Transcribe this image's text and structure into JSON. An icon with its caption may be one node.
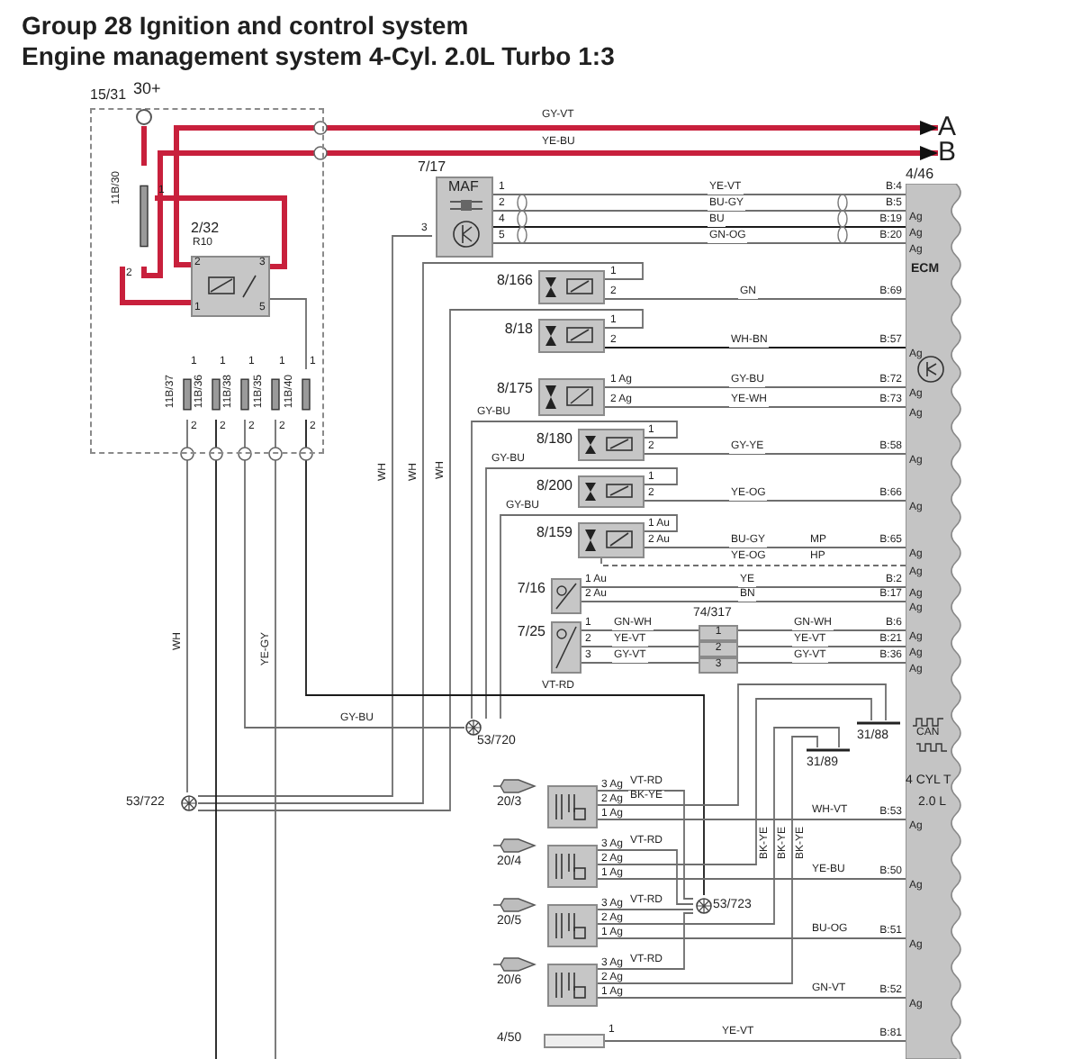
{
  "diagram": {
    "title": "Group 28 Ignition and control system",
    "nodes": [
      {
        "text": [
          "15/31"
        ]
      },
      {
        "text": [
          "30+"
        ],
        "in": 0
      },
      {
        "text": [
          "11B/30"
        ],
        "in": 0,
        "beside": [
          "1",
          "2"
        ]
      },
      {
        "text": [
          "2/32",
          "R10",
          "2",
          "3",
          "1",
          "5"
        ],
        "in": 0
      },
      {
        "text": [
          "11B/37"
        ],
        "in": 0,
        "beside": [
          "1",
          "2"
        ]
      },
      {
        "text": [
          "11B/36"
        ],
        "in": 0,
        "beside": [
          "1",
          "2"
        ]
      },
      {
        "text": [
          "11B/38"
        ],
        "in": 0,
        "beside": [
          "1",
          "2"
        ]
      },
      {
        "text": [
          "11B/35"
        ],
        "in": 0,
        "beside": [
          "1",
          "2"
        ]
      },
      {
        "text": [
          "11B/40"
        ],
        "in": 0,
        "beside": [
          "1",
          "2"
        ]
      },
      {
        "text": [
          "7/17",
          "MAF"
        ],
        "beside": [
          "1",
          "2",
          "4",
          "5",
          "3"
        ]
      },
      {
        "text": [
          "4/46",
          "Ag",
          "Ag",
          "Ag",
          "ECM",
          "Ag",
          "Ag",
          "Ag",
          "Ag",
          "Ag",
          "Ag",
          "Ag",
          "Ag",
          "Ag",
          "Ag",
          "Ag",
          "Ag",
          "CAN",
          "4 CYL T",
          "2.0 L",
          "Ag",
          "Ag",
          "Ag",
          "Ag"
        ],
        "beside": [
          "B:4",
          "B:5",
          "B:19",
          "B:20",
          "B:69",
          "B:57",
          "B:72",
          "B:73",
          "B:58",
          "B:66",
          "B:65",
          "B:2",
          "B:17",
          "B:6",
          "B:21",
          "B:36",
          "B:53",
          "B:50",
          "B:51",
          "B:52",
          "B:81"
        ]
      },
      {
        "text": [
          "8/166"
        ],
        "beside": [
          "1",
          "2"
        ]
      },
      {
        "text": [
          "8/18"
        ],
        "beside": [
          "1",
          "2"
        ]
      },
      {
        "text": [
          "8/175"
        ],
        "beside": [
          "1 Ag",
          "2 Ag"
        ]
      },
      {
        "text": [
          "8/180"
        ],
        "beside": [
          "1",
          "2"
        ]
      },
      {
        "text": [
          "8/200"
        ],
        "beside": [
          "1",
          "2"
        ]
      },
      {
        "text": [
          "8/159"
        ],
        "beside": [
          "1 Au",
          "2 Au"
        ]
      },
      {
        "text": [
          "7/16"
        ],
        "beside": [
          "1 Au",
          "2 Au"
        ]
      },
      {
        "text": [
          "7/25"
        ],
        "beside": [
          "1",
          "2",
          "3"
        ]
      },
      {
        "text": [
          "74/317",
          "1",
          "2",
          "3"
        ]
      },
      {
        "text": [
          "53/720"
        ]
      },
      {
        "text": [
          "53/722"
        ]
      },
      {
        "text": [
          "53/723"
        ]
      },
      {
        "text": [
          "31/88"
        ]
      },
      {
        "text": [
          "31/89"
        ]
      },
      {
        "text": [
          "20/3"
        ],
        "beside": [
          "3 Ag",
          "2 Ag",
          "1 Ag"
        ]
      },
      {
        "text": [
          "20/4"
        ],
        "beside": [
          "3 Ag",
          "2 Ag",
          "1 Ag"
        ]
      },
      {
        "text": [
          "20/5"
        ],
        "beside": [
          "3 Ag",
          "2 Ag",
          "1 Ag"
        ]
      },
      {
        "text": [
          "20/6"
        ],
        "beside": [
          "3 Ag",
          "2 Ag",
          "1 Ag"
        ]
      },
      {
        "text": [
          "A"
        ]
      },
      {
        "text": [
          "B"
        ]
      },
      {
        "text": [
          "4/50"
        ],
        "beside": [
          "1"
        ]
      }
    ],
    "edges": [
      {
        "from": 1,
        "to": 2,
        "arrow": "none",
        "style": "thick",
        "color": "#c8203c"
      },
      {
        "from": 3,
        "to": 29,
        "arrow": "to",
        "label": "GY-VT",
        "style": "thick",
        "color": "#c8203c"
      },
      {
        "from": 2,
        "to": 30,
        "arrow": "to",
        "label": "YE-BU",
        "style": "thick",
        "color": "#c8203c"
      },
      {
        "from": 2,
        "to": 3,
        "arrow": "none",
        "style": "thick",
        "color": "#c8203c"
      },
      {
        "from": 2,
        "to": 3,
        "arrow": "none",
        "style": "thick",
        "color": "#c8203c"
      },
      {
        "from": 3,
        "to": 8,
        "arrow": "none"
      },
      {
        "from": 9,
        "to": 10,
        "arrow": "none",
        "label": "YE-VT"
      },
      {
        "from": 9,
        "to": 10,
        "arrow": "none",
        "label": "BU-GY"
      },
      {
        "from": 9,
        "to": 10,
        "arrow": "none",
        "label": "BU",
        "color": "#1a1a1a"
      },
      {
        "from": 9,
        "to": 10,
        "arrow": "none",
        "label": "GN-OG"
      },
      {
        "from": 11,
        "to": 10,
        "arrow": "none",
        "label": "GN"
      },
      {
        "from": 12,
        "to": 10,
        "arrow": "none",
        "label": "WH-BN",
        "color": "#1a1a1a"
      },
      {
        "from": 13,
        "to": 10,
        "arrow": "none",
        "label": "GY-BU"
      },
      {
        "from": 13,
        "to": 10,
        "arrow": "none",
        "label": "YE-WH"
      },
      {
        "from": 14,
        "to": 10,
        "arrow": "none",
        "label": "GY-YE"
      },
      {
        "from": 15,
        "to": 10,
        "arrow": "none",
        "label": "YE-OG"
      },
      {
        "from": 16,
        "to": 10,
        "arrow": "none",
        "label": "BU-GY"
      },
      {
        "from": 16,
        "to": 10,
        "arrow": "none",
        "label": "YE-OG",
        "style": "dashed"
      },
      {
        "from": 17,
        "to": 10,
        "arrow": "none",
        "label": "YE"
      },
      {
        "from": 17,
        "to": 10,
        "arrow": "none",
        "label": "BN"
      },
      {
        "from": 18,
        "to": 19,
        "arrow": "none",
        "label": "GN-WH"
      },
      {
        "from": 18,
        "to": 19,
        "arrow": "none",
        "label": "YE-VT"
      },
      {
        "from": 18,
        "to": 19,
        "arrow": "none",
        "label": "GY-VT"
      },
      {
        "from": 19,
        "to": 10,
        "arrow": "none",
        "label": "GN-WH"
      },
      {
        "from": 19,
        "to": 10,
        "arrow": "none",
        "label": "YE-VT"
      },
      {
        "from": 19,
        "to": 10,
        "arrow": "none",
        "label": "GY-VT"
      },
      {
        "from": 4,
        "to": 21,
        "arrow": "none",
        "label": "WH"
      },
      {
        "from": 21,
        "to": 9,
        "arrow": "none",
        "label": "WH"
      },
      {
        "from": 21,
        "to": 11,
        "arrow": "none",
        "label": "WH"
      },
      {
        "from": 21,
        "to": 12,
        "arrow": "none",
        "label": "WH"
      },
      {
        "from": 6,
        "to": 20,
        "arrow": "none",
        "label": "GY-BU"
      },
      {
        "from": 20,
        "to": 14,
        "arrow": "none",
        "label": "GY-BU"
      },
      {
        "from": 20,
        "to": 15,
        "arrow": "none",
        "label": "GY-BU"
      },
      {
        "from": 20,
        "to": 16,
        "arrow": "none",
        "label": "GY-BU"
      },
      {
        "from": 8,
        "to": 22,
        "arrow": "none",
        "label": "VT-RD",
        "color": "#1a1a1a"
      },
      {
        "from": 7,
        "to": null,
        "arrow": "none",
        "label": "YE-GY"
      },
      {
        "from": 5,
        "to": null,
        "arrow": "none",
        "color": "#1a1a1a"
      },
      {
        "from": 25,
        "to": 22,
        "arrow": "none",
        "label": "VT-RD"
      },
      {
        "from": 26,
        "to": 22,
        "arrow": "none",
        "label": "VT-RD"
      },
      {
        "from": 27,
        "to": 22,
        "arrow": "none",
        "label": "VT-RD"
      },
      {
        "from": 28,
        "to": 22,
        "arrow": "none",
        "label": "VT-RD"
      },
      {
        "from": 25,
        "to": 10,
        "arrow": "none",
        "label": "WH-VT"
      },
      {
        "from": 26,
        "to": 10,
        "arrow": "none",
        "label": "YE-BU"
      },
      {
        "from": 27,
        "to": 10,
        "arrow": "none",
        "label": "BU-OG"
      },
      {
        "from": 28,
        "to": 10,
        "arrow": "none",
        "label": "GN-VT"
      },
      {
        "from": 25,
        "to": 23,
        "arrow": "none",
        "label": "BK-YE"
      },
      {
        "from": 26,
        "to": 23,
        "arrow": "none",
        "label": "BK-YE"
      },
      {
        "from": 27,
        "to": 24,
        "arrow": "none",
        "label": "BK-YE"
      },
      {
        "from": 28,
        "to": 24,
        "arrow": "none",
        "label": "BK-YE"
      },
      {
        "from": 31,
        "to": 10,
        "arrow": "none",
        "label": "YE-VT"
      }
    ],
    "labels": [
      "Engine management system 4-Cyl. 2.0L Turbo 1:3",
      "MP",
      "HP"
    ]
  }
}
